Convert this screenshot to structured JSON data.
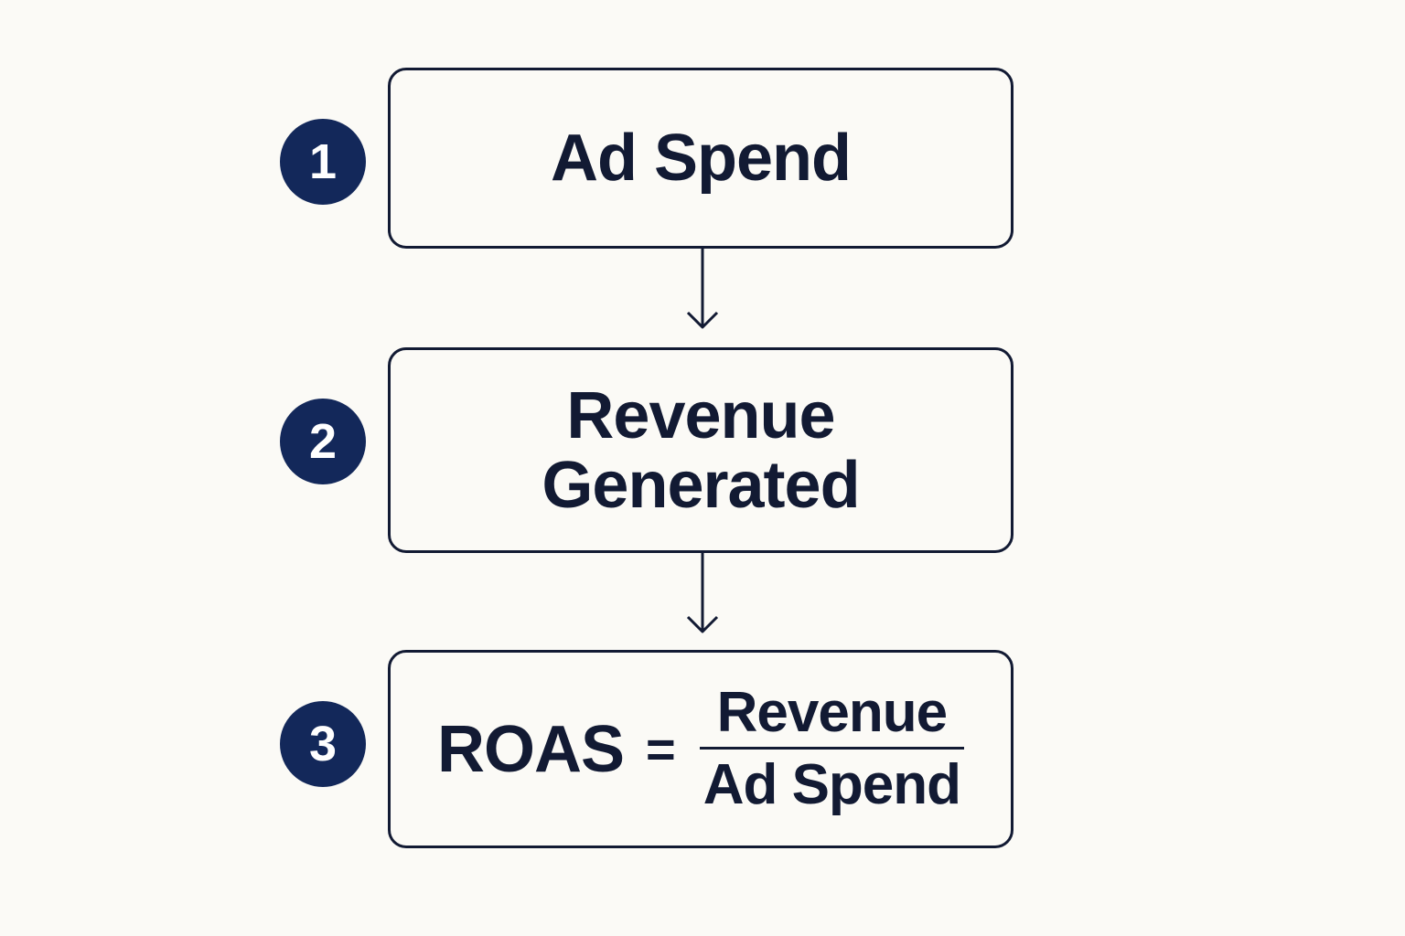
{
  "steps": [
    {
      "number": "1",
      "title": "Ad Spend"
    },
    {
      "number": "2",
      "title_line1": "Revenue",
      "title_line2": "Generated"
    },
    {
      "number": "3"
    }
  ],
  "formula": {
    "lhs": "ROAS",
    "equals": "=",
    "numerator": "Revenue",
    "denominator": "Ad Spend"
  }
}
